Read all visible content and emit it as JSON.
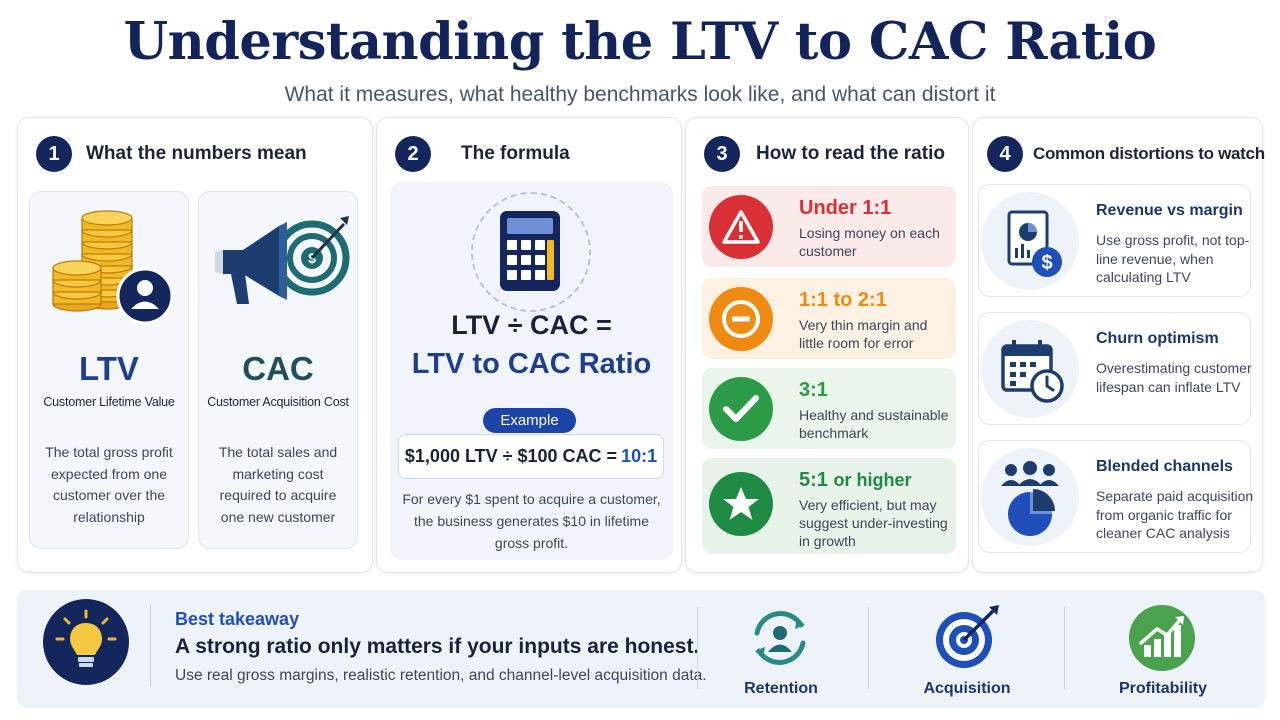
{
  "header": {
    "title": "Understanding the LTV to CAC Ratio",
    "subtitle": "What it measures, what healthy benchmarks look like, and what can distort it"
  },
  "panel1": {
    "number": "1",
    "title": "What the numbers mean",
    "ltv": {
      "term": "LTV",
      "full": "Customer Lifetime Value",
      "desc": "The total gross profit expected from one customer over the relationship",
      "icon": "coins-customer-icon"
    },
    "cac": {
      "term": "CAC",
      "full": "Customer Acquisition Cost",
      "desc": "The total sales and marketing cost required to acquire one new customer",
      "icon": "megaphone-target-icon"
    }
  },
  "panel2": {
    "number": "2",
    "title": "The formula",
    "icon": "calculator-icon",
    "formula_line1": "LTV ÷ CAC  =",
    "formula_line2": "LTV to CAC Ratio",
    "example_label": "Example",
    "example_calc": "$1,000 LTV ÷ $100 CAC =",
    "example_result": "10:1",
    "desc": "For every $1 spent to acquire a customer, the business generates $10 in lifetime gross profit."
  },
  "panel3": {
    "number": "3",
    "title": "How to read the ratio",
    "items": [
      {
        "ratio": "Under 1:1",
        "desc": "Losing money on each customer",
        "icon": "warning-icon",
        "color": "#d93035",
        "bg": "#fbeaea"
      },
      {
        "ratio": "1:1 to 2:1",
        "desc": "Very thin margin and little room for error",
        "icon": "minus-circle-icon",
        "color": "#ef8a12",
        "bg": "#fdf1e3"
      },
      {
        "ratio": "3:1",
        "desc": "Healthy and sustainable benchmark",
        "icon": "check-icon",
        "color": "#2c9a47",
        "bg": "#eaf5ec"
      },
      {
        "ratio": "5:1",
        "ratio_suffix": "or higher",
        "desc": "Very efficient, but may suggest under-investing in growth",
        "icon": "star-icon",
        "color": "#1f8a43",
        "bg": "#e8f3ea"
      }
    ]
  },
  "panel4": {
    "number": "4",
    "title": "Common distortions to watch",
    "items": [
      {
        "title": "Revenue vs margin",
        "desc": "Use gross profit, not top-line revenue, when calculating LTV",
        "icon": "report-dollar-icon"
      },
      {
        "title": "Churn optimism",
        "desc": "Overestimating customer lifespan can inflate LTV",
        "icon": "calendar-clock-icon"
      },
      {
        "title": "Blended channels",
        "desc": "Separate paid acquisition from organic traffic for cleaner CAC analysis",
        "icon": "people-pie-chart-icon"
      }
    ]
  },
  "footer": {
    "label": "Best takeaway",
    "headline": "A strong ratio only matters if your inputs are honest.",
    "desc": "Use real gross margins, realistic retention, and channel-level acquisition data.",
    "icon": "lightbulb-icon",
    "features": [
      {
        "label": "Retention",
        "icon": "retention-icon"
      },
      {
        "label": "Acquisition",
        "icon": "acquisition-target-icon"
      },
      {
        "label": "Profitability",
        "icon": "growth-chart-icon"
      }
    ]
  },
  "colors": {
    "navy": "#13275c",
    "blue": "#1f4fb8",
    "ltv": "#1f3f8c",
    "cac": "#1f4f5c",
    "gold": "#e8a820",
    "red": "#d93035",
    "orange": "#ef8a12",
    "green": "#2c9a47"
  }
}
